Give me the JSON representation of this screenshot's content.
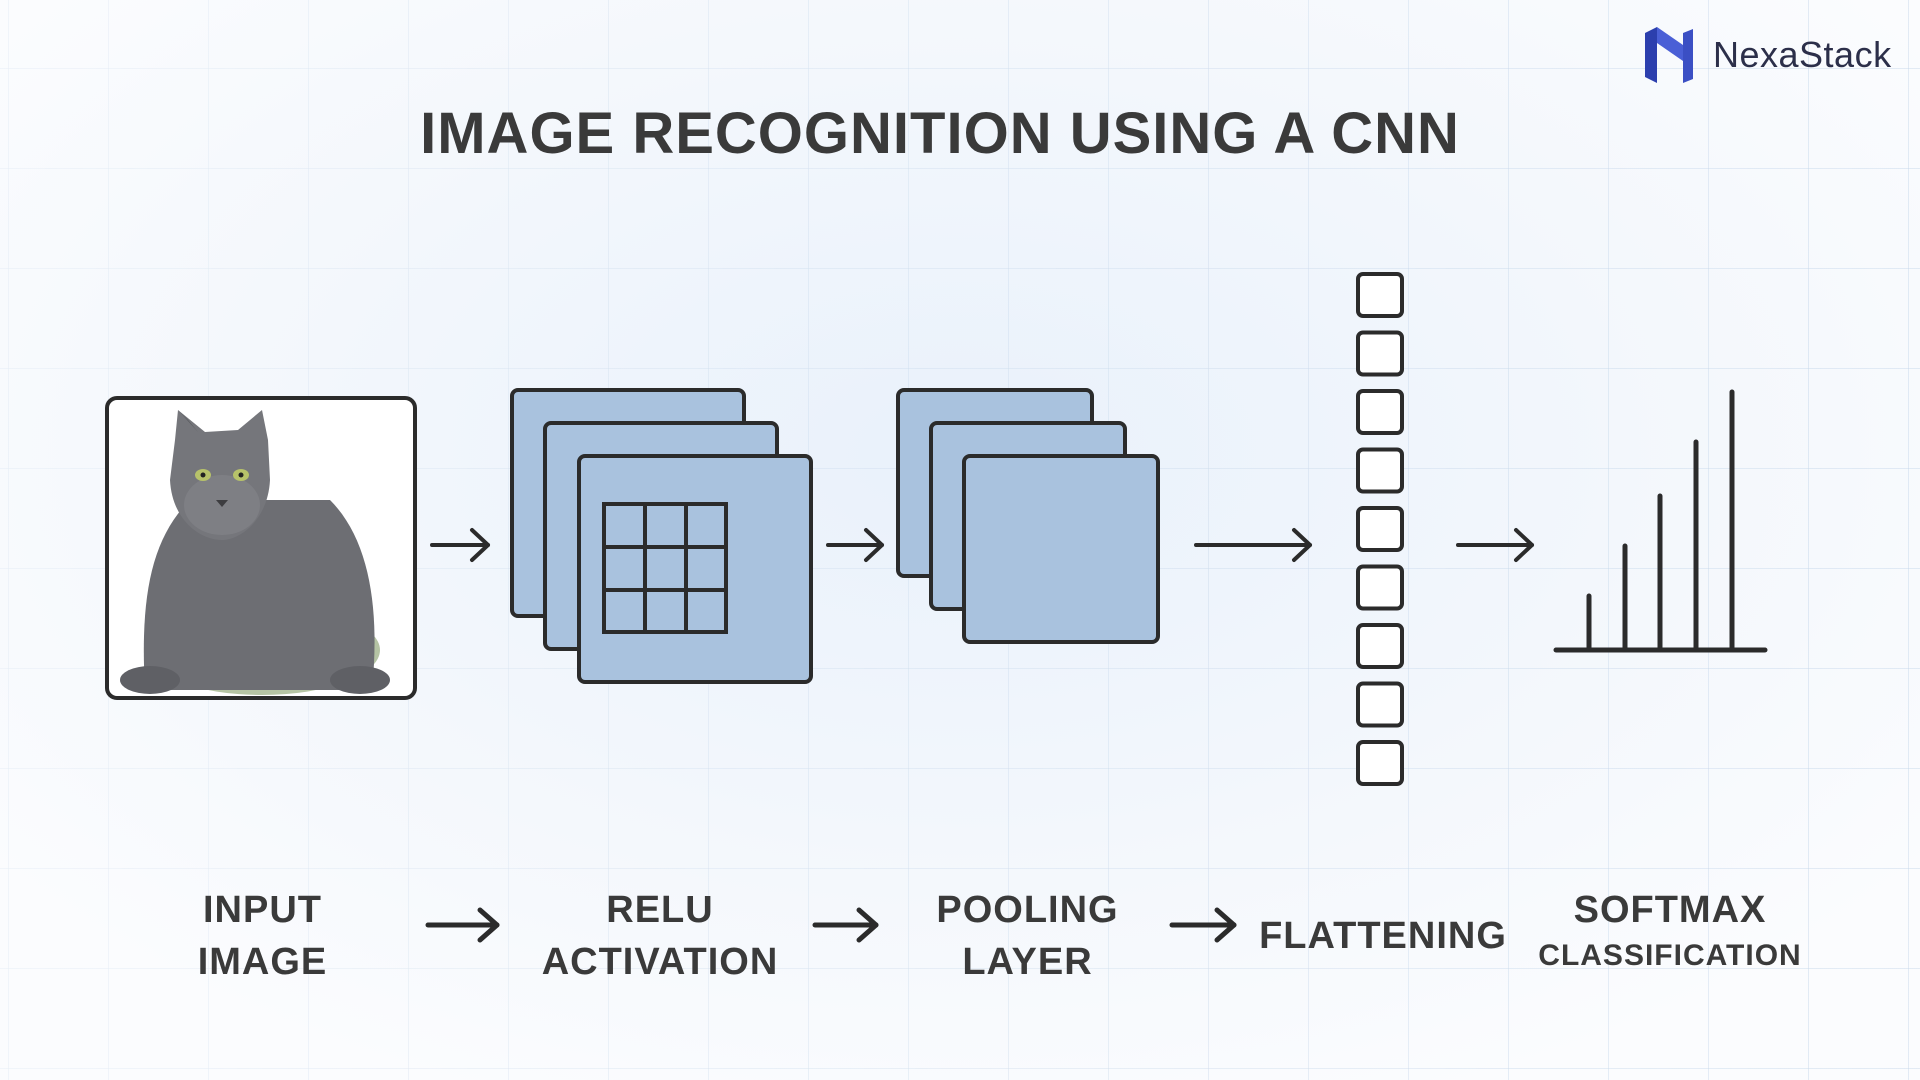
{
  "brand": {
    "name": "NexaStack",
    "icon": "nexastack-logo-icon"
  },
  "title": "IMAGE RECOGNITION USING A CNN",
  "stages": {
    "input": {
      "line1": "INPUT",
      "line2": "IMAGE",
      "icon": "cat-photo"
    },
    "relu": {
      "line1": "RELU",
      "line2": "ACTIVATION",
      "icon": "stacked-feature-maps-with-kernel"
    },
    "pooling": {
      "line1": "POOLING",
      "line2": "LAYER",
      "icon": "stacked-pooled-maps"
    },
    "flattening": {
      "line1": "FLATTENING",
      "icon": "vector-column"
    },
    "softmax": {
      "line1": "SOFTMAX",
      "line2": "CLASSIFICATION",
      "icon": "probability-bars"
    }
  },
  "colors": {
    "map_fill": "#a9c2de",
    "stroke": "#2b2b2b",
    "brand_blue": "#3b4fc4",
    "brand_dark": "#2c2f4a"
  }
}
